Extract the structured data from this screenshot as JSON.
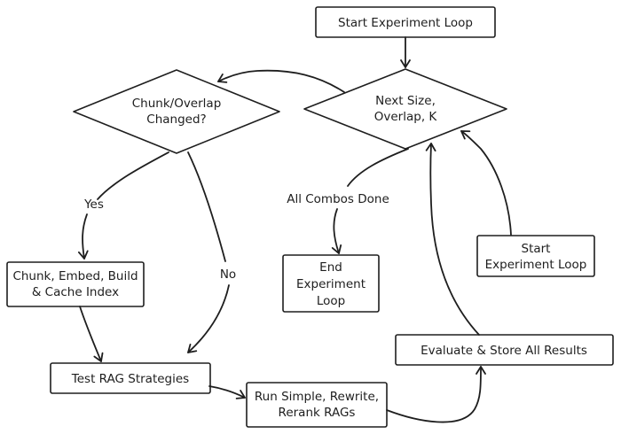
{
  "colors": {
    "blue_fill": "#e7f5ff",
    "orange_fill": "#ffd8a8",
    "yellow_fill": "#ffec99",
    "green_fill": "#ebfbee",
    "yellow_light_fill": "#fff9db",
    "peach_fill": "#fff4e6",
    "stroke": "#1e1e1e"
  },
  "nodes": {
    "start_top": {
      "lines": [
        "Start Experiment Loop"
      ]
    },
    "decision_chunk": {
      "lines": [
        "Chunk/Overlap",
        "Changed?"
      ]
    },
    "decision_next": {
      "lines": [
        "Next Size,",
        "Overlap, K"
      ]
    },
    "chunk_embed": {
      "lines": [
        "Chunk, Embed, Build",
        "& Cache Index"
      ]
    },
    "end_loop": {
      "lines": [
        "End",
        "Experiment",
        "Loop"
      ]
    },
    "start_right": {
      "lines": [
        "Start",
        "Experiment Loop"
      ]
    },
    "test_rag": {
      "lines": [
        "Test RAG Strategies"
      ]
    },
    "run_rags": {
      "lines": [
        "Run Simple, Rewrite,",
        "Rerank RAGs"
      ]
    },
    "evaluate": {
      "lines": [
        "Evaluate & Store All Results"
      ]
    }
  },
  "edge_labels": {
    "yes": "Yes",
    "no": "No",
    "all_combos_done": "All Combos Done"
  }
}
